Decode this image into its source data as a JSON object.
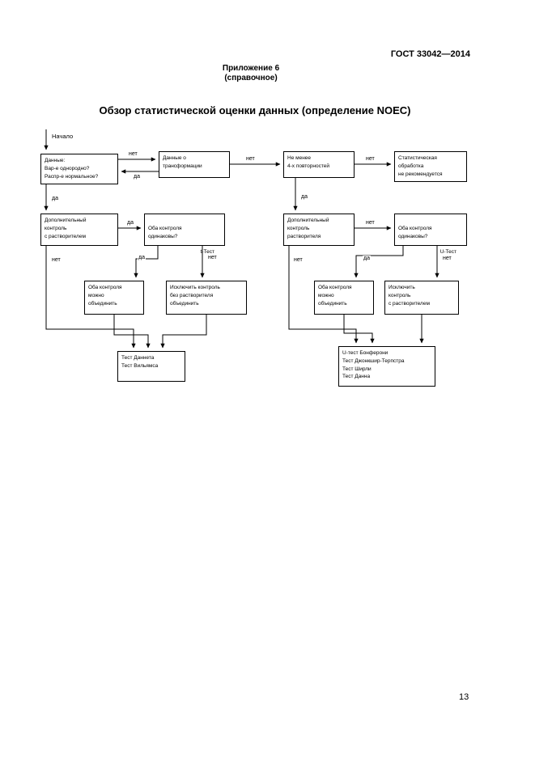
{
  "page": {
    "header": "ГОСТ 33042—2014",
    "appendix_title": "Приложение 6",
    "appendix_subtitle": "(справочное)",
    "title": "Обзор статистической оценки данных (определение NOEC)",
    "page_number": "13"
  },
  "flowchart": {
    "start": "Начало",
    "labels": {
      "yes": "да",
      "no": "нет"
    },
    "nodes": {
      "data_check": "Данные:\nВар-е однородно?\nРаспр-е нормальное?",
      "transformation": "Данные о\nтрансформации",
      "replicates": "Не менее\n4-х повторностей",
      "not_recommended": "Статистическая\nобработка\nне рекомендуется",
      "solvent_control_left": "Дополнительный\nконтроль\nс растворителем",
      "controls_equal_left": "Оба контроля\nодинаковы?",
      "t_test": "t-Тест",
      "solvent_control_right": "Дополнительный\nконтроль\nрастворителя",
      "controls_equal_right": "Оба контроля\nодинаковы?",
      "u_test": "U-Тест",
      "pool_left": "Оба контроля\nможно\nобъединить",
      "exclude_left": "Исключить контроль\nбез растворителя\nобъединить",
      "pool_right": "Оба контроля\nможно\nобъединить",
      "exclude_right": "Исключить\nконтроль\nс растворителем",
      "tests_left": "Тест Даннета\nТест Вильямса",
      "tests_right": "U-тест Бонферони\nТест Джонкшир-Терпстра\nТест Ширли\nТест Данна"
    }
  }
}
